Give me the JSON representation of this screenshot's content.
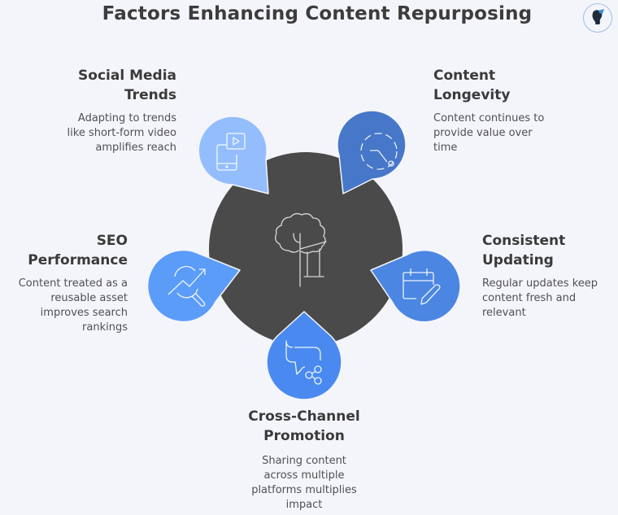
{
  "title": "Factors Enhancing Content Repurposing",
  "logo": {
    "icon": "avatar-logo-icon"
  },
  "center": {
    "icon": "tree-icon",
    "color": "#4a4a4a"
  },
  "factors": [
    {
      "title": "Social Media Trends",
      "title_lines": [
        "Social Media",
        "Trends"
      ],
      "description": "Adapting to trends like short-form video amplifies reach",
      "description_lines": [
        "Adapting to trends",
        "like short-form video",
        "amplifies reach"
      ],
      "icon": "mobile-video-icon",
      "color": "#94bdfd"
    },
    {
      "title": "Content Longevity",
      "title_lines": [
        "Content",
        "Longevity"
      ],
      "description": "Content continues to provide value over time",
      "description_lines": [
        "Content continues to",
        "provide value over",
        "time"
      ],
      "icon": "clock-timer-icon",
      "color": "#4677c9"
    },
    {
      "title": "SEO Performance",
      "title_lines": [
        "SEO",
        "Performance"
      ],
      "description": "Content treated as a reusable asset improves search rankings",
      "description_lines": [
        "Content treated as a",
        "reusable asset",
        "improves search",
        "rankings"
      ],
      "icon": "search-trend-icon",
      "color": "#5c9cf9"
    },
    {
      "title": "Consistent Updating",
      "title_lines": [
        "Consistent",
        "Updating"
      ],
      "description": "Regular updates keep content fresh and relevant",
      "description_lines": [
        "Regular updates keep",
        "content fresh and",
        "relevant"
      ],
      "icon": "calendar-edit-icon",
      "color": "#4b86e2"
    },
    {
      "title": "Cross-Channel Promotion",
      "title_lines": [
        "Cross-Channel",
        "Promotion"
      ],
      "description": "Sharing content across multiple platforms multiplies impact",
      "description_lines": [
        "Sharing content",
        "across multiple",
        "platforms multiplies",
        "impact"
      ],
      "icon": "chat-share-icon",
      "color": "#4a8af0"
    }
  ]
}
